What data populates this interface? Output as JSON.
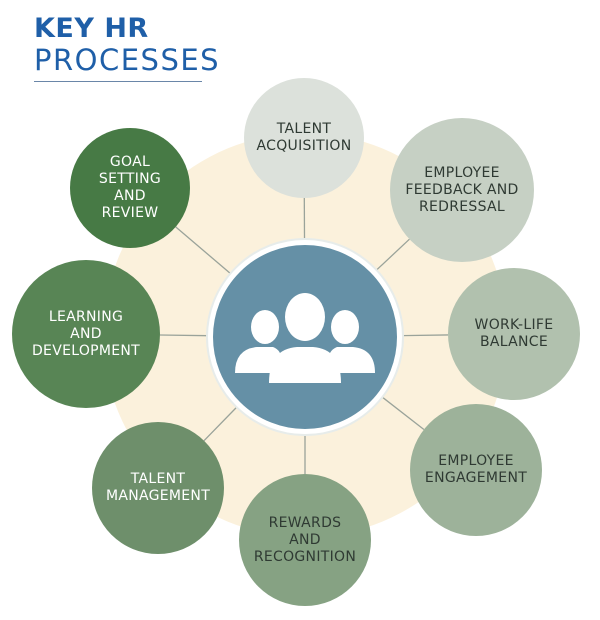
{
  "title": {
    "line1": "KEY HR",
    "line2": "PROCESSES"
  },
  "center": {
    "icon": "people-group-icon"
  },
  "processes": [
    {
      "id": "talent-acquisition",
      "label": "TALENT\nACQUISITION",
      "color": "#dce1db",
      "text_color": "#2f3a33"
    },
    {
      "id": "employee-feedback",
      "label": "EMPLOYEE\nFEEDBACK AND\nREDRESSAL",
      "color": "#c6d0c4",
      "text_color": "#2f3a33"
    },
    {
      "id": "work-life-balance",
      "label": "WORK-LIFE\nBALANCE",
      "color": "#b1c1ae",
      "text_color": "#2f3a33"
    },
    {
      "id": "employee-engagement",
      "label": "EMPLOYEE\nENGAGEMENT",
      "color": "#9db29a",
      "text_color": "#2f3a33"
    },
    {
      "id": "rewards-recognition",
      "label": "REWARDS\nAND\nRECOGNITION",
      "color": "#86a283",
      "text_color": "#2f3a33"
    },
    {
      "id": "talent-management",
      "label": "TALENT\nMANAGEMENT",
      "color": "#6e8f6b",
      "text_color": "#ffffff"
    },
    {
      "id": "learning-development",
      "label": "LEARNING\nAND\nDEVELOPMENT",
      "color": "#588555",
      "text_color": "#ffffff"
    },
    {
      "id": "goal-setting",
      "label": "GOAL\nSETTING\nAND\nREVIEW",
      "color": "#477a45",
      "text_color": "#ffffff"
    }
  ],
  "colors": {
    "title": "#1f5fa8",
    "halo": "#fbf1dc",
    "hub": "#6590a6",
    "connector": "#9aa39a"
  }
}
